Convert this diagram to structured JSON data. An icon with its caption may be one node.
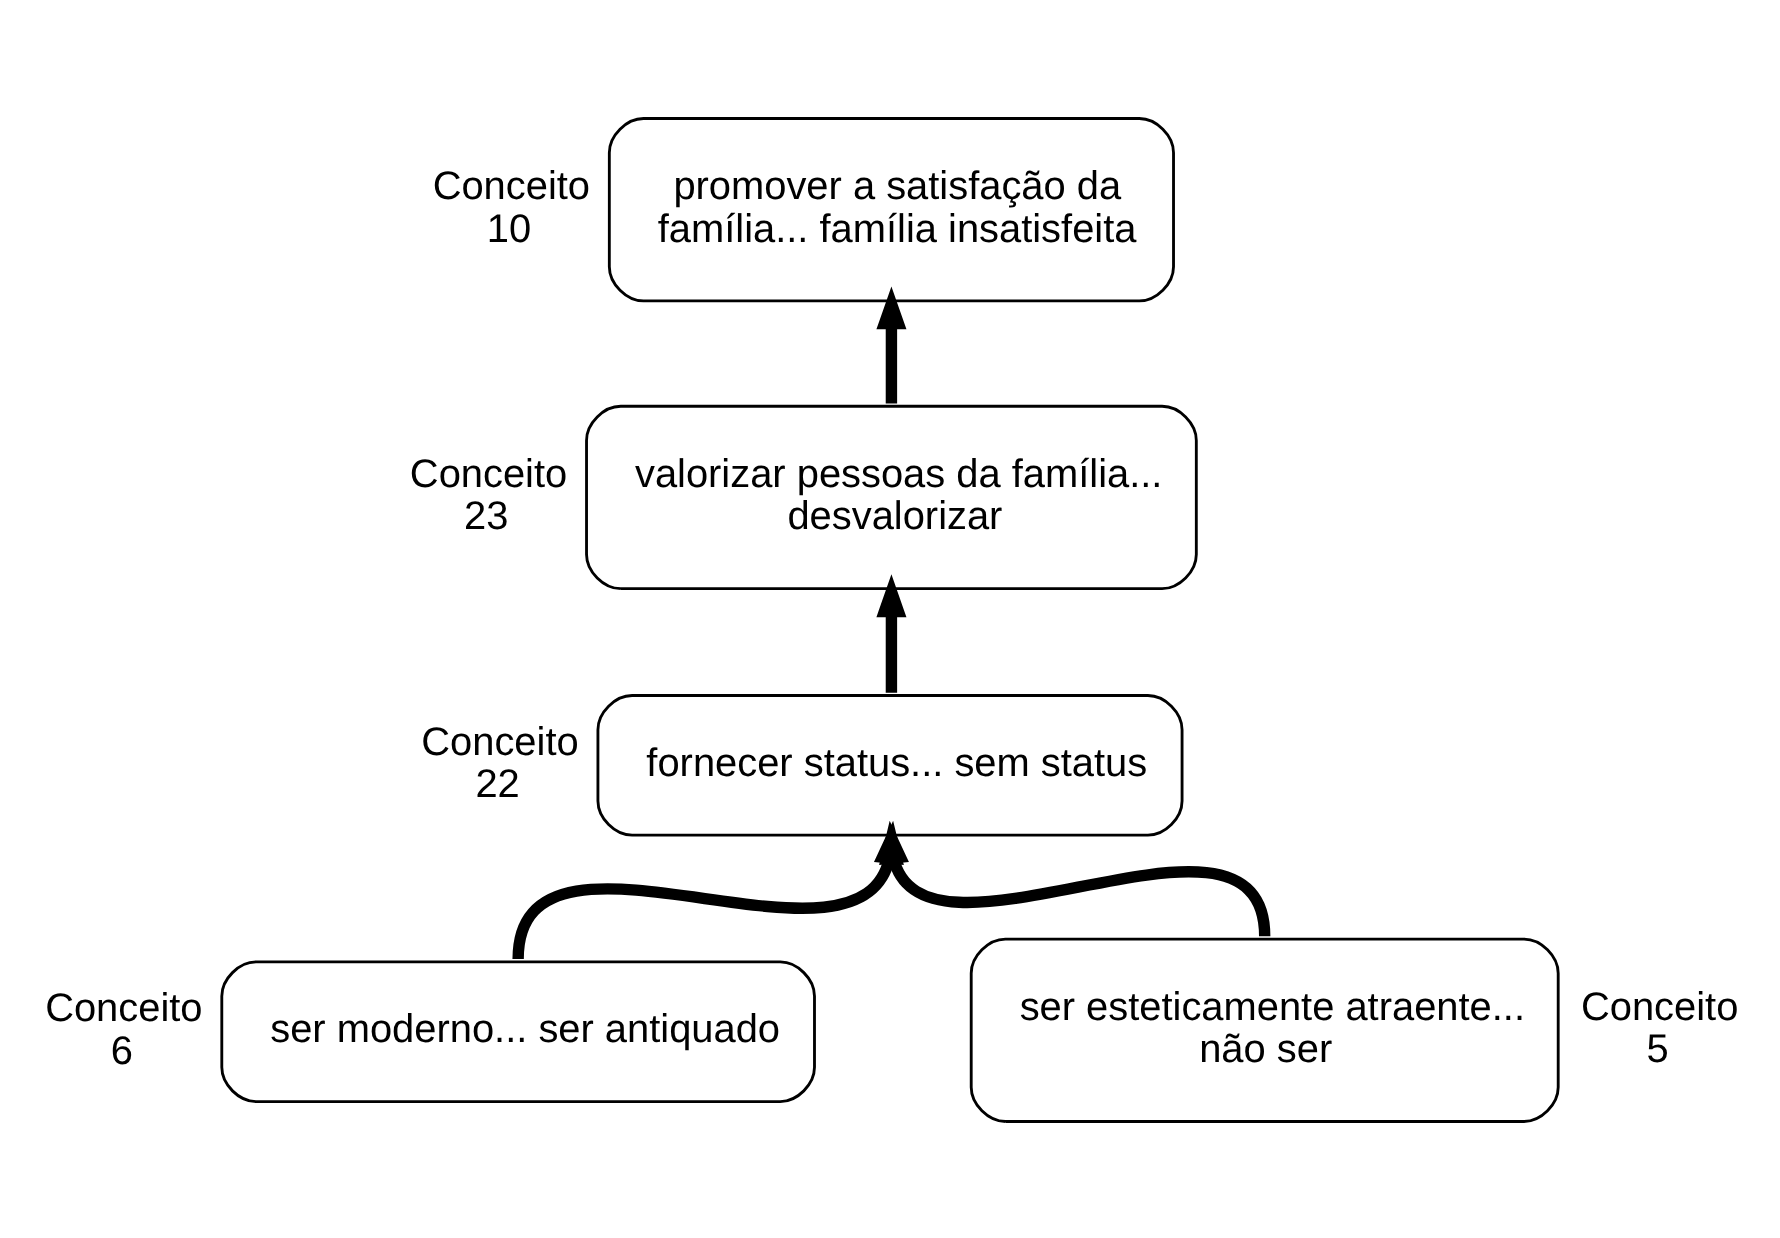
{
  "diagram": {
    "nodes": [
      {
        "text": [
          "promover a satisfação da família... família insatisfeita"
        ],
        "beside": [
          "Conceito 10"
        ]
      },
      {
        "text": [
          "valorizar pessoas da família... desvalorizar"
        ],
        "beside": [
          "Conceito 23"
        ]
      },
      {
        "text": [
          "fornecer status... sem status"
        ],
        "beside": [
          "Conceito 22"
        ]
      },
      {
        "text": [
          "ser moderno... ser antiquado"
        ],
        "beside": [
          "Conceito 6"
        ]
      },
      {
        "text": [
          "ser esteticamente atraente... não ser"
        ],
        "beside": [
          "Conceito 5"
        ]
      }
    ],
    "edges": [
      {
        "from": 1,
        "to": 0,
        "arrow": "to"
      },
      {
        "from": 2,
        "to": 1,
        "arrow": "to"
      },
      {
        "from": 3,
        "to": 2,
        "arrow": "to"
      },
      {
        "from": 4,
        "to": 2,
        "arrow": "to"
      }
    ]
  }
}
